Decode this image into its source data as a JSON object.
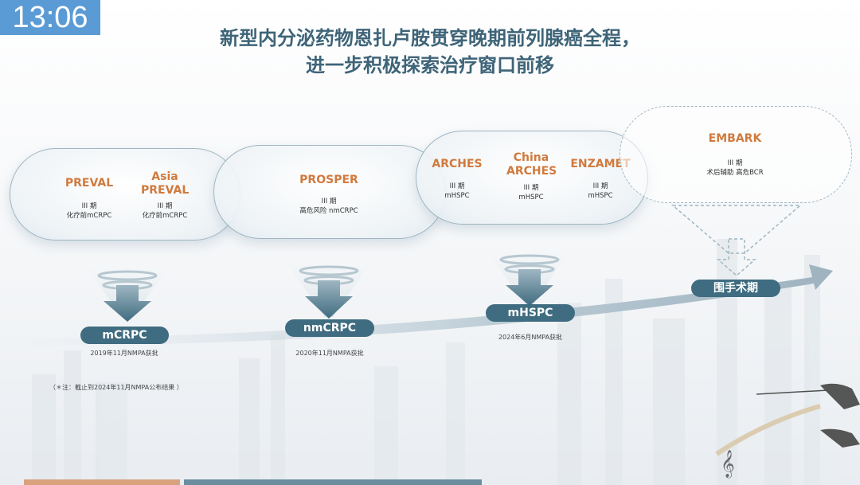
{
  "clock": "13:06",
  "title": {
    "line1": "新型内分泌药物恩扎卢胺贯穿晚期前列腺癌全程，",
    "line2": "进一步积极探索治疗窗口前移"
  },
  "groups": [
    {
      "trials": [
        {
          "name": "PREVAL",
          "phase": "III 期",
          "population": "化疗前mCRPC"
        },
        {
          "name": "Asia PREVAL",
          "phase": "III 期",
          "population": "化疗前mCRPC"
        }
      ]
    },
    {
      "trials": [
        {
          "name": "PROSPER",
          "phase": "III 期",
          "population": "高危风险 nmCRPC"
        }
      ]
    },
    {
      "trials": [
        {
          "name": "ARCHES",
          "phase": "III 期",
          "population": "mHSPC"
        },
        {
          "name": "China ARCHES",
          "phase": "III 期",
          "population": "mHSPC"
        },
        {
          "name": "ENZAMET",
          "phase": "III 期",
          "population": "mHSPC"
        }
      ]
    },
    {
      "trials": [
        {
          "name": "EMBARK",
          "phase": "III 期",
          "population": "术后辅助 高危BCR"
        }
      ]
    }
  ],
  "stages": [
    {
      "label": "mCRPC",
      "approval": "2019年11月NMPA获批"
    },
    {
      "label": "nmCRPC",
      "approval": "2020年11月NMPA获批"
    },
    {
      "label": "mHSPC",
      "approval": "2024年6月NMPA获批"
    },
    {
      "label": "围手术期",
      "approval": ""
    }
  ],
  "footnote": "（＊注：截止到2024年11月NMPA公布结果 ）",
  "colors": {
    "accent": "#d07a3e",
    "stage": "#3f6c80",
    "title": "#3e6478",
    "clock": "#5b9bd5"
  }
}
